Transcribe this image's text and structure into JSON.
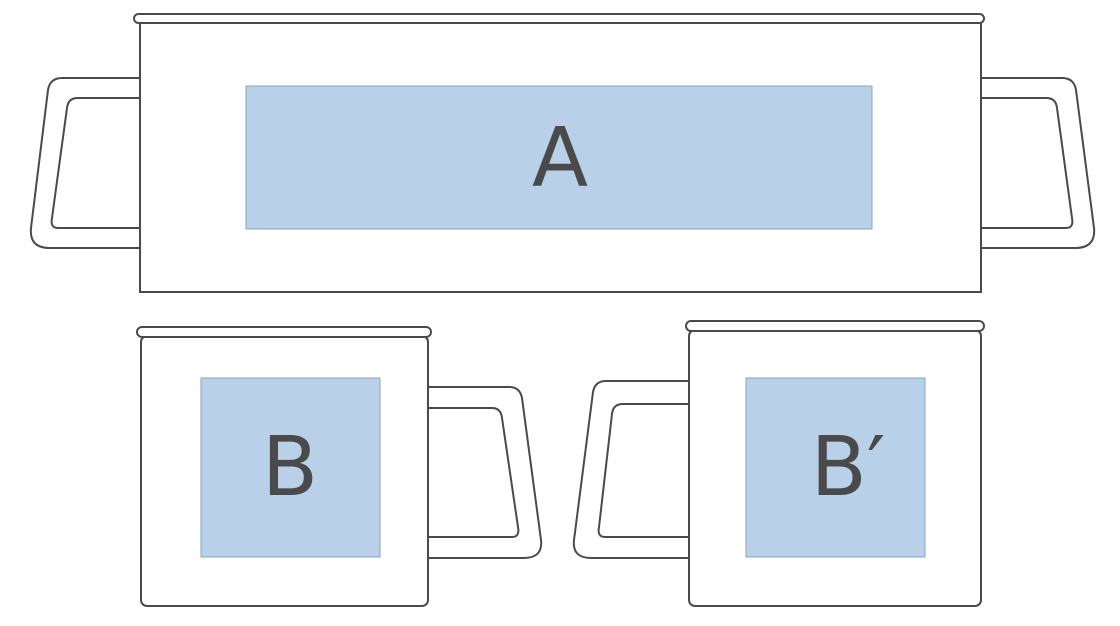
{
  "colors": {
    "outline": "#4a4a4a",
    "print_area": "#b8d0e8",
    "label": "#4a4a4a"
  },
  "print_areas": {
    "a": {
      "label": "A"
    },
    "b": {
      "label": "B"
    },
    "b_prime": {
      "label": "B′"
    }
  }
}
